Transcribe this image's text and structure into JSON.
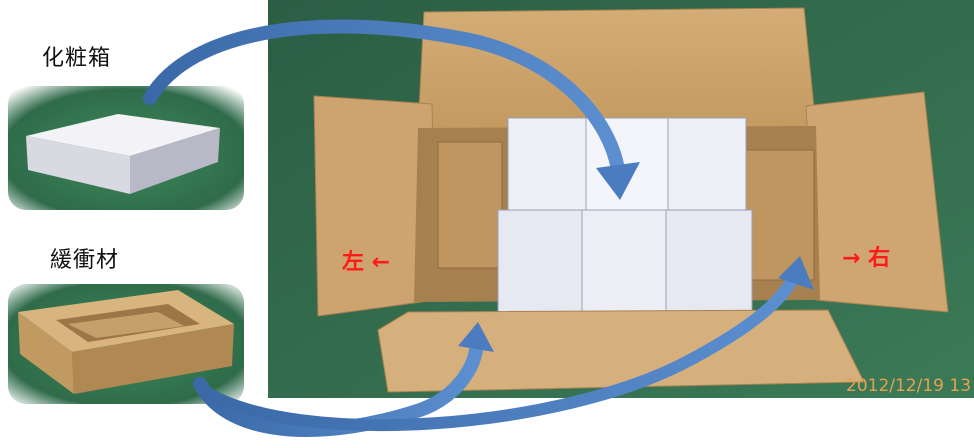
{
  "labels": {
    "cosmetic_box": "化粧箱",
    "cushion": "緩衝材",
    "left": "左 ←",
    "right": "→ 右"
  },
  "photo": {
    "timestamp": "2012/12/19 13"
  },
  "colors": {
    "arrow_blue": "#3f6fb0",
    "direction_red": "#ff1a1a",
    "cardboard": "#c9a16a",
    "mat_green": "#2f6b4a"
  },
  "icons": [
    "curved-arrow-icon",
    "left-arrow-glyph",
    "right-arrow-glyph"
  ]
}
